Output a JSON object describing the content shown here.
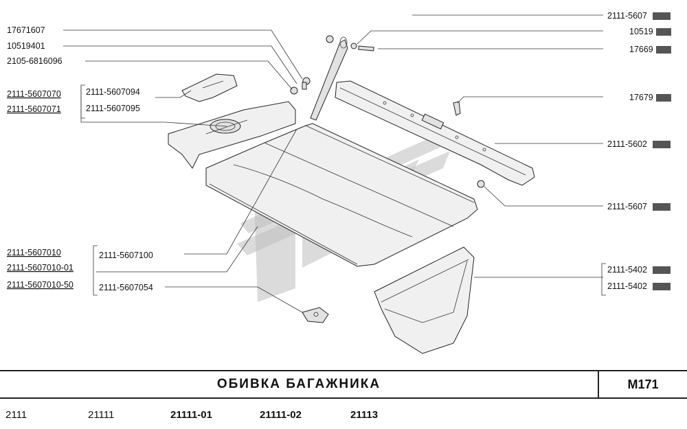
{
  "title": "ОБИВКА  БАГАЖНИКА",
  "sheet_code": "M171",
  "models": [
    "2111",
    "21111",
    "21111-01",
    "21111-02",
    "21113"
  ],
  "labels": {
    "l_17671607": "17671607",
    "l_10519401": "10519401",
    "l_2105_6816096": "2105-6816096",
    "l_2111_5607070": "2111-5607070",
    "l_2111_5607071": "2111-5607071",
    "l_2111_5607094": "2111-5607094",
    "l_2111_5607095": "2111-5607095",
    "l_2111_5607010": "2111-5607010",
    "l_2111_5607010_01": "2111-5607010-01",
    "l_2111_5607010_50": "2111-5607010-50",
    "l_2111_5607100": "2111-5607100",
    "l_2111_5607054": "2111-5607054",
    "r_2111_5607": "2111-5607",
    "r_10519": "10519",
    "r_17669": "17669",
    "r_17679": "17679",
    "r_2111_5602": "2111-5602",
    "r_2111_5607b": "2111-5607",
    "r_2111_5402a": "2111-5402",
    "r_2111_5402b": "2111-5402"
  }
}
